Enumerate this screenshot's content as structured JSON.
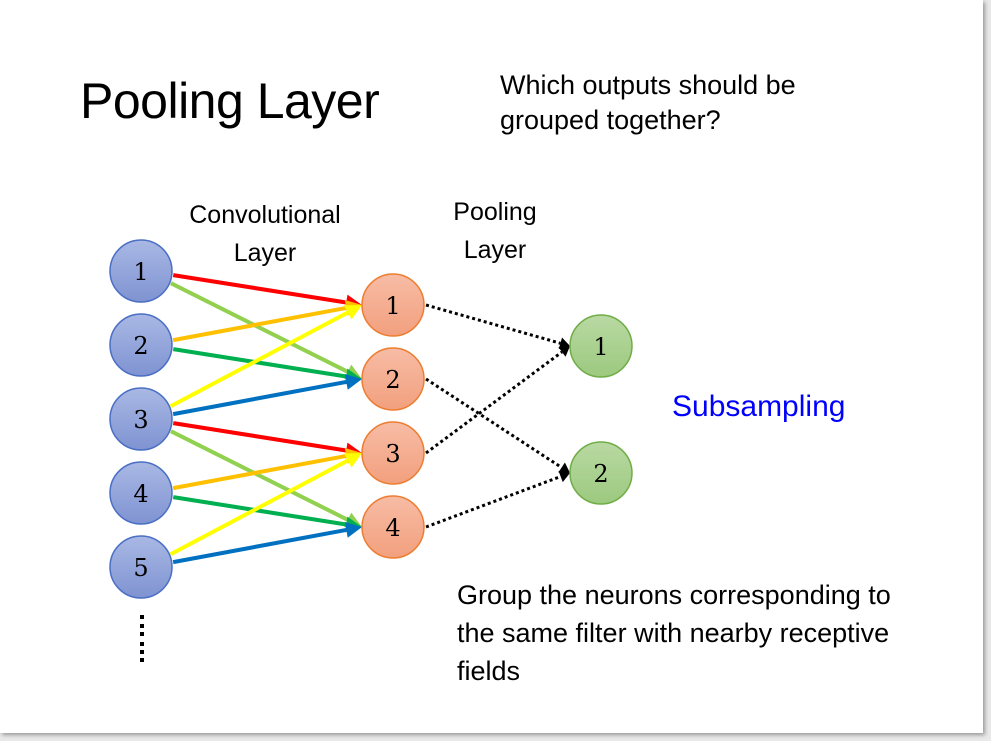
{
  "title": "Pooling Layer",
  "question": "Which outputs should be grouped together?",
  "labels": {
    "conv_line1": "Convolutional",
    "conv_line2": "Layer",
    "pool_line1": "Pooling",
    "pool_line2": "Layer"
  },
  "subsampling": "Subsampling",
  "note": "Group the neurons corresponding to the same filter with nearby receptive fields",
  "colors": {
    "input_node": "#8ea0d8",
    "conv_node": "#f4a98a",
    "pool_node": "#a9d08e",
    "subsampling_text": "#0000ff",
    "filters": [
      "#ff0000",
      "#ffc000",
      "#ffff00",
      "#92d050",
      "#00b050",
      "#0070c0"
    ]
  },
  "input_nodes": [
    "1",
    "2",
    "3",
    "4",
    "5"
  ],
  "input_ellipsis": "⋮",
  "conv_nodes": [
    "1",
    "2",
    "3",
    "4"
  ],
  "pool_nodes": [
    "1",
    "2"
  ],
  "conv_edges": [
    {
      "from": 0,
      "to": 0,
      "color": "#ff0000"
    },
    {
      "from": 0,
      "to": 1,
      "color": "#92d050"
    },
    {
      "from": 1,
      "to": 0,
      "color": "#ffc000"
    },
    {
      "from": 1,
      "to": 1,
      "color": "#00b050"
    },
    {
      "from": 2,
      "to": 0,
      "color": "#ffff00"
    },
    {
      "from": 2,
      "to": 1,
      "color": "#0070c0"
    },
    {
      "from": 2,
      "to": 2,
      "color": "#ff0000"
    },
    {
      "from": 2,
      "to": 3,
      "color": "#92d050"
    },
    {
      "from": 3,
      "to": 2,
      "color": "#ffc000"
    },
    {
      "from": 3,
      "to": 3,
      "color": "#00b050"
    },
    {
      "from": 4,
      "to": 2,
      "color": "#ffff00"
    },
    {
      "from": 4,
      "to": 3,
      "color": "#0070c0"
    }
  ],
  "pool_edges": [
    {
      "from": 0,
      "to": 0
    },
    {
      "from": 2,
      "to": 0
    },
    {
      "from": 1,
      "to": 1
    },
    {
      "from": 3,
      "to": 1
    }
  ]
}
